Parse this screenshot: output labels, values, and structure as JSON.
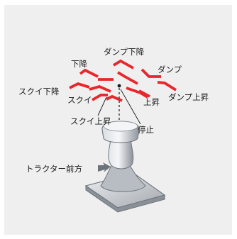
{
  "labels": {
    "dump_down": "ダンプ下降",
    "dump": "ダンプ",
    "dump_up": "ダンプ上昇",
    "lower": "下降",
    "raise": "上昇",
    "scoop_down": "スクイ下降",
    "scoop": "スクイ",
    "scoop_up": "スクイ上昇",
    "stop": "停止",
    "tractor_front": "トラクター前方"
  },
  "colors": {
    "arrow": "#e8262b",
    "background": "#efefef",
    "lever_light": "#f2f3f5",
    "lever_dark": "#7e848c",
    "front_arrow": "#6d737b"
  }
}
